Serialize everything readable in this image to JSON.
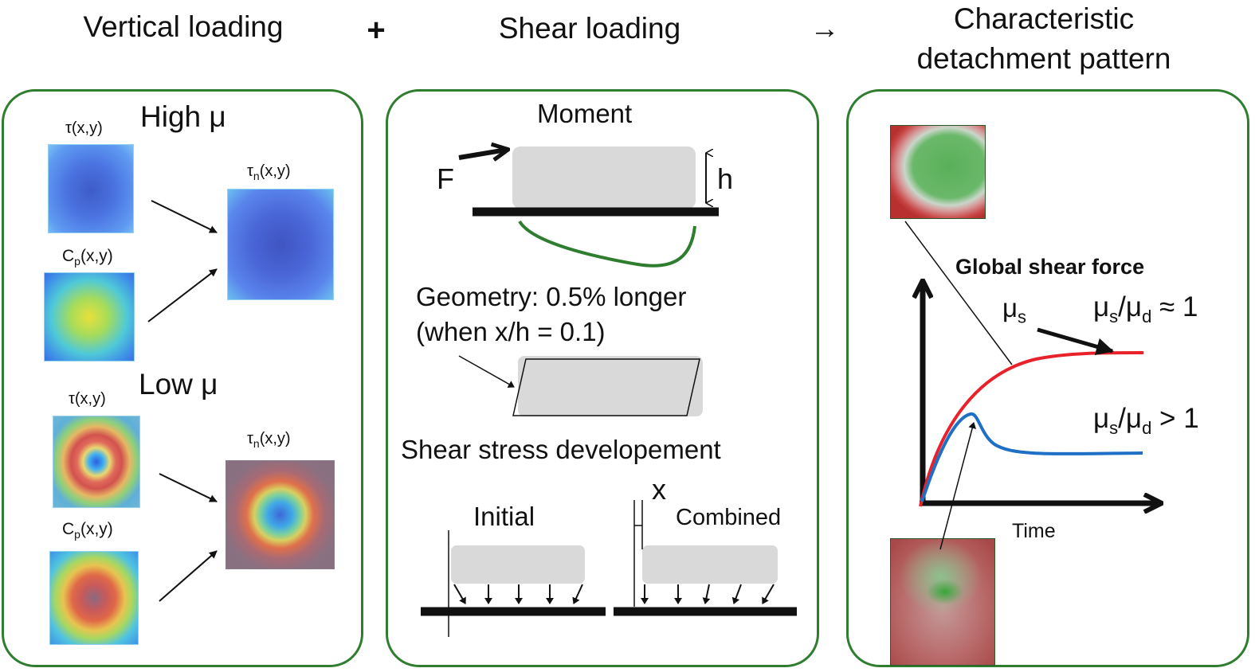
{
  "headers": {
    "vertical": "Vertical loading",
    "plus": "+",
    "shear": "Shear loading",
    "arrow": "→",
    "pattern_line1": "Characteristic",
    "pattern_line2": "detachment pattern"
  },
  "left_panel": {
    "high_mu": "High μ",
    "low_mu": "Low μ",
    "tau": "τ(x,y)",
    "tau_n_main": "τ",
    "tau_n_sub": "n",
    "tau_n_tail": "(x,y)",
    "cp_main": "C",
    "cp_sub": "p",
    "cp_tail": "(x,y)"
  },
  "middle_panel": {
    "moment": "Moment",
    "force": "F",
    "height": "h",
    "geometry_line1": "Geometry: 0.5% longer",
    "geometry_line2": "(when x/h = 0.1)",
    "shear_dev": "Shear stress developement",
    "initial": "Initial",
    "combined": "Combined",
    "x_label": "x"
  },
  "right_panel": {
    "global_shear": "Global shear force",
    "mu_s_main": "μ",
    "mu_s_sub": "s",
    "ratio_eq_tail": " ≈ 1",
    "ratio_gt_tail": " > 1",
    "mu_d_main": "μ",
    "mu_d_sub": "d",
    "slash": "/",
    "time": "Time"
  },
  "colors": {
    "panel_border": "#2f7d2f",
    "red_curve": "#e8212a",
    "blue_curve": "#1f6fc6",
    "block_gray": "#d9d9d9"
  }
}
